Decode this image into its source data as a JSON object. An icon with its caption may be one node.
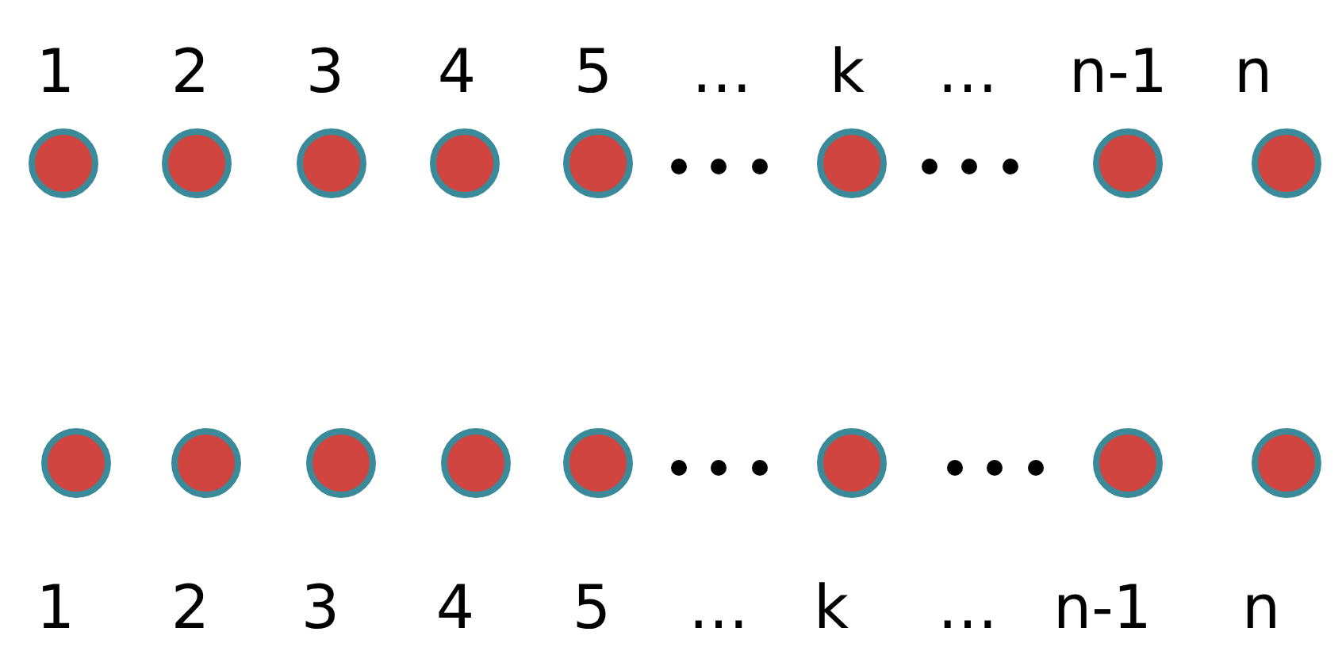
{
  "diagram": {
    "nodes": [
      {
        "text": [],
        "shape": "circle"
      },
      {
        "text": [],
        "shape": "circle"
      },
      {
        "text": [],
        "shape": "circle"
      },
      {
        "text": [],
        "shape": "circle"
      },
      {
        "text": [],
        "shape": "circle"
      },
      {
        "text": [],
        "shape": "circle"
      },
      {
        "text": [],
        "shape": "circle"
      },
      {
        "text": [],
        "shape": "circle"
      },
      {
        "text": [],
        "shape": "circle"
      },
      {
        "text": [],
        "shape": "circle"
      },
      {
        "text": [],
        "shape": "circle"
      },
      {
        "text": [],
        "shape": "circle"
      },
      {
        "text": [],
        "shape": "circle"
      },
      {
        "text": [],
        "shape": "circle"
      },
      {
        "text": [],
        "shape": "circle"
      },
      {
        "text": [],
        "shape": "circle"
      }
    ],
    "labels": [
      "1",
      "2",
      "3",
      "4",
      "5",
      "…",
      "k",
      "…",
      "n-1",
      "n",
      "1",
      "2",
      "3",
      "4",
      "5",
      "…",
      "k",
      "…",
      "n-1",
      "n"
    ]
  }
}
